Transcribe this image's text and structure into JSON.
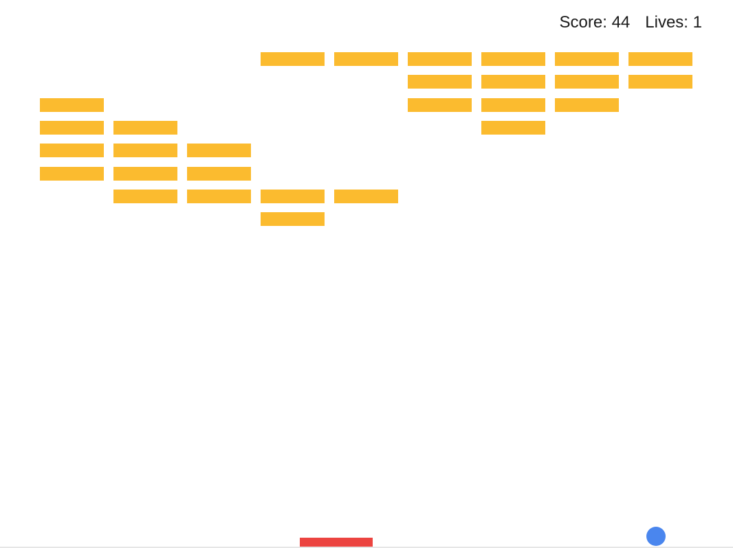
{
  "hud": {
    "score_text": "Score: 44",
    "lives_text": "Lives: 1"
  },
  "colors": {
    "brick": "#fbbb2f",
    "paddle": "#ec4440",
    "ball": "#4a86ee",
    "background": "#ffffff"
  },
  "grid": {
    "columns": 9,
    "rows": 8
  },
  "bricks": [
    {
      "row": 0,
      "col": 3
    },
    {
      "row": 0,
      "col": 4
    },
    {
      "row": 0,
      "col": 5
    },
    {
      "row": 0,
      "col": 6
    },
    {
      "row": 0,
      "col": 7
    },
    {
      "row": 0,
      "col": 8
    },
    {
      "row": 1,
      "col": 5
    },
    {
      "row": 1,
      "col": 6
    },
    {
      "row": 1,
      "col": 7
    },
    {
      "row": 1,
      "col": 8
    },
    {
      "row": 2,
      "col": 0
    },
    {
      "row": 2,
      "col": 5
    },
    {
      "row": 2,
      "col": 6
    },
    {
      "row": 2,
      "col": 7
    },
    {
      "row": 3,
      "col": 0
    },
    {
      "row": 3,
      "col": 1
    },
    {
      "row": 3,
      "col": 6
    },
    {
      "row": 4,
      "col": 0
    },
    {
      "row": 4,
      "col": 1
    },
    {
      "row": 4,
      "col": 2
    },
    {
      "row": 5,
      "col": 0
    },
    {
      "row": 5,
      "col": 1
    },
    {
      "row": 5,
      "col": 2
    },
    {
      "row": 6,
      "col": 1
    },
    {
      "row": 6,
      "col": 2
    },
    {
      "row": 6,
      "col": 3
    },
    {
      "row": 6,
      "col": 4
    },
    {
      "row": 7,
      "col": 3
    }
  ]
}
